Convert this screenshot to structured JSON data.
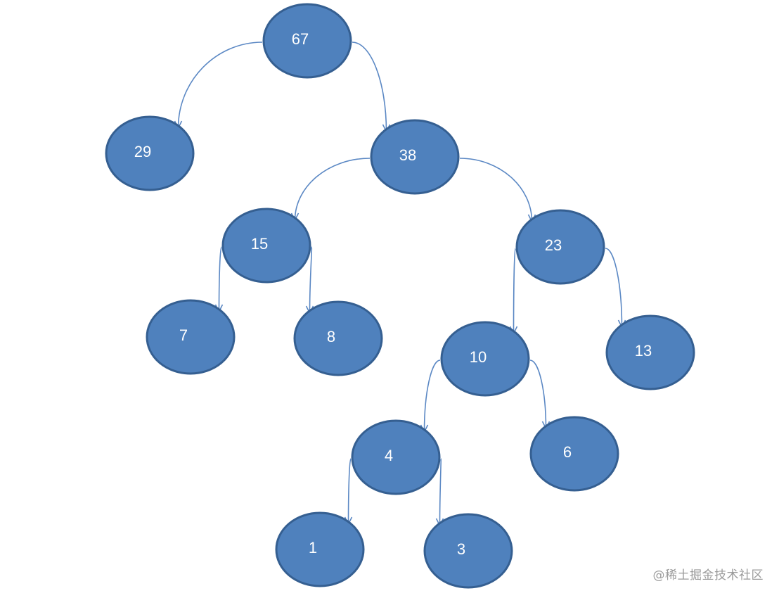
{
  "diagram": {
    "nodes": [
      {
        "id": "n67",
        "label": "67"
      },
      {
        "id": "n29",
        "label": "29"
      },
      {
        "id": "n38",
        "label": "38"
      },
      {
        "id": "n15",
        "label": "15"
      },
      {
        "id": "n23",
        "label": "23"
      },
      {
        "id": "n7",
        "label": "7"
      },
      {
        "id": "n8",
        "label": "8"
      },
      {
        "id": "n10",
        "label": "10"
      },
      {
        "id": "n13",
        "label": "13"
      },
      {
        "id": "n4",
        "label": "4"
      },
      {
        "id": "n6",
        "label": "6"
      },
      {
        "id": "n1",
        "label": "1"
      },
      {
        "id": "n3",
        "label": "3"
      }
    ],
    "edges": [
      {
        "from": "n67",
        "to": "n29"
      },
      {
        "from": "n67",
        "to": "n38"
      },
      {
        "from": "n38",
        "to": "n15"
      },
      {
        "from": "n38",
        "to": "n23"
      },
      {
        "from": "n15",
        "to": "n7"
      },
      {
        "from": "n15",
        "to": "n8"
      },
      {
        "from": "n23",
        "to": "n10"
      },
      {
        "from": "n23",
        "to": "n13"
      },
      {
        "from": "n10",
        "to": "n4"
      },
      {
        "from": "n10",
        "to": "n6"
      },
      {
        "from": "n4",
        "to": "n1"
      },
      {
        "from": "n4",
        "to": "n3"
      }
    ],
    "colors": {
      "node_fill": "#4f81bd",
      "node_border": "#355f91",
      "edge": "#5b88c4",
      "label": "#ffffff"
    }
  },
  "watermark": "@稀土掘金技术社区"
}
